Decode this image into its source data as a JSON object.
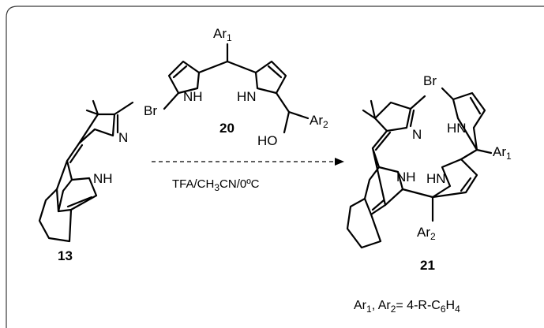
{
  "compounds": {
    "c13": {
      "number": "13"
    },
    "c20": {
      "number": "20"
    },
    "c21": {
      "number": "21"
    }
  },
  "labels": {
    "N": "N",
    "NH": "NH",
    "HN": "HN",
    "Br": "Br",
    "HO": "HO",
    "Ar": "Ar",
    "sub1": "1",
    "sub2": "2"
  },
  "conditions": {
    "pre": "TFA/CH",
    "sub3": "3",
    "post": "CN/0ºC"
  },
  "footnote": {
    "a": "Ar",
    "s1": "1",
    "b": ", Ar",
    "s2": "2",
    "c": "= 4-R-C",
    "s6": "6",
    "d": "H",
    "s4": "4"
  }
}
